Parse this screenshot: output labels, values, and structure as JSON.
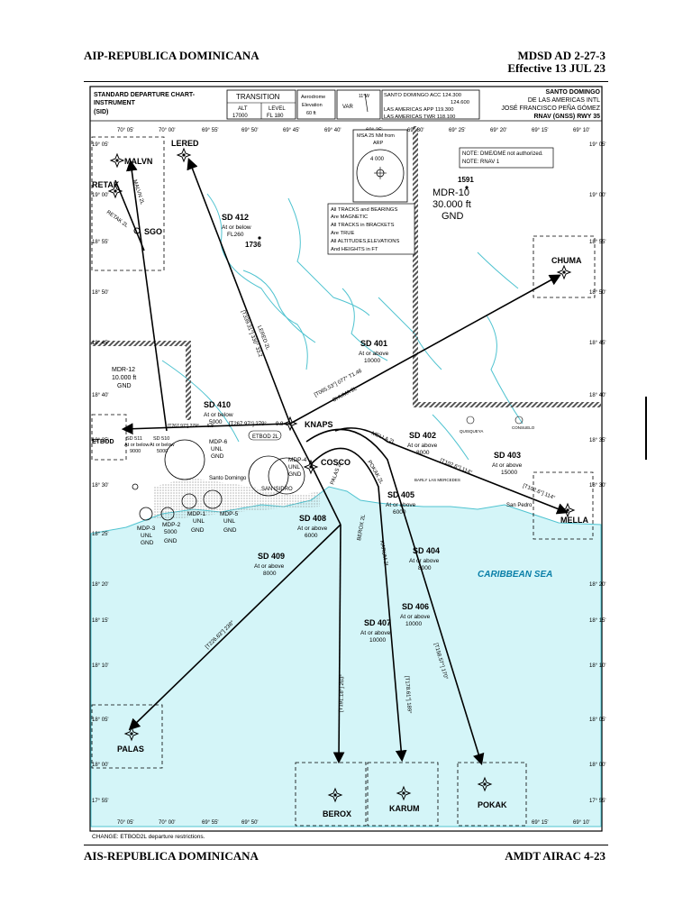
{
  "header": {
    "left": "AIP-REPUBLICA DOMINICANA",
    "right_line1": "MDSD AD 2-27-3",
    "right_line2": "Effective 13 JUL 23"
  },
  "footer": {
    "left": "AIS-REPUBLICA DOMINICANA",
    "right": "AMDT AIRAC 4-23"
  },
  "chart": {
    "title_lines": [
      "STANDARD DEPARTURE CHART-",
      "INSTRUMENT",
      "(SID)"
    ],
    "transition": {
      "label": "TRANSITION",
      "alt_label": "ALT",
      "alt_value": "17000",
      "level_label": "LEVEL",
      "level_value": "FL 180"
    },
    "aerodrome": {
      "line1": "Aerodrome",
      "line2": "Elevation",
      "line3": "60 ft"
    },
    "var_label": "VAR",
    "var_value": "11°W",
    "freqs": [
      {
        "name": "SANTO DOMINGO ACC",
        "value": "124.300"
      },
      {
        "name": "",
        "value": "124.600"
      },
      {
        "name": "LAS AMERICAS   APP",
        "value": "119.300"
      },
      {
        "name": "LAS AMERICAS   TWR",
        "value": "118.100"
      }
    ],
    "airport_lines": [
      "SANTO DOMINGO",
      "DE LAS AMERICAS INTL",
      "JOSÉ FRANCISCO PEÑA GÓMEZ",
      "RNAV (GNSS) RWY 35"
    ],
    "msa": {
      "title": "MSA 25 NM from",
      "sub": "ARP",
      "alt": "4 000"
    },
    "notes": [
      "NOTE: DME/DME not authorized.",
      "NOTE: RNAV 1"
    ],
    "legend_lines": [
      "All TRACKS and BEARINGS",
      "Are MAGNETIC",
      "All TRACKS in BRACKETS",
      "Are TRUE",
      "All ALTITUDES,ELEVATIONS",
      "And HEIGHTS in FT"
    ],
    "areas": [
      {
        "name": "MDR-10",
        "lines": [
          "30.000 ft",
          "GND"
        ]
      },
      {
        "name": "MDR-12",
        "lines": [
          "10.000 ft",
          "GND"
        ]
      }
    ],
    "fixes": {
      "malvn": "MALVN",
      "retak": "RETAK",
      "sgo": "SGO",
      "lered": "LERED",
      "chuma": "CHUMA",
      "knaps": "KNAPS",
      "cosco": "COSCO",
      "mella": "MELLA",
      "palas": "PALAS",
      "berox": "BEROX",
      "karum": "KARUM",
      "pokak": "POKAK",
      "etbod": "ETBOD"
    },
    "waypoints": [
      {
        "name": "SD 412",
        "l1": "At or below",
        "l2": "FL260"
      },
      {
        "name": "SD 410",
        "l1": "At or below",
        "l2": "5000"
      },
      {
        "name": "SD 401",
        "l1": "At or above",
        "l2": "10000"
      },
      {
        "name": "SD 402",
        "l1": "At or above",
        "l2": "8000"
      },
      {
        "name": "SD 403",
        "l1": "At or above",
        "l2": "15000"
      },
      {
        "name": "SD 405",
        "l1": "At or above",
        "l2": "6000"
      },
      {
        "name": "SD 408",
        "l1": "At or above",
        "l2": "6000"
      },
      {
        "name": "SD 409",
        "l1": "At or above",
        "l2": "8000"
      },
      {
        "name": "SD 404",
        "l1": "At or above",
        "l2": "8000"
      },
      {
        "name": "SD 406",
        "l1": "At or above",
        "l2": "10000"
      },
      {
        "name": "SD 407",
        "l1": "At or above",
        "l2": "10000"
      }
    ],
    "small_fixes": [
      {
        "name": "SD 511",
        "l1": "At or below",
        "l2": "9000"
      },
      {
        "name": "SD 510",
        "l1": "At or below",
        "l2": "5000"
      }
    ],
    "elevations": [
      "1736",
      "1591"
    ],
    "sea_label": "CARIBBEAN SEA",
    "restricted": [
      {
        "name": "MDP-3",
        "l1": "UNL",
        "l2": "GND"
      },
      {
        "name": "MDP-2",
        "l1": "5000",
        "l2": "GND"
      },
      {
        "name": "MDP-1",
        "l1": "UNL",
        "l2": "GND"
      },
      {
        "name": "MDP-5",
        "l1": "UNL",
        "l2": "GND"
      },
      {
        "name": "MDP-6",
        "l1": "UNL",
        "l2": "GND"
      },
      {
        "name": "MDP-4",
        "l1": "UNL",
        "l2": "GND"
      }
    ],
    "towns": [
      "Santo Domingo",
      "SAN ISIDRO",
      "QUISQUEYA",
      "CONSUELO",
      "San Pedro",
      "BARLY LAS MERCEDES"
    ],
    "track_labels": [
      "[T065.53°] 077° T1.46",
      "CHUMA 2L",
      "LERED 2L",
      "[T339.31°] 330° 33.2",
      "MALVN 2L",
      "RETAK 2L",
      "[T102.6°] 114°",
      "MELLA 2L",
      "[T102.6°] 114°",
      "POKAK 2L",
      "PALAS 2L",
      "BEROX 2L",
      "KARUM 2L",
      "[T226.63°] 238°",
      "[T191.18°] 203°",
      "[T178.61°] 189°",
      "[T158.57°] 170°",
      "[T267.97°] 279°",
      "9.8",
      "ETBOD 2L",
      "[T267.97°] 279°",
      "5.8"
    ],
    "lat_labels": [
      "19° 05'",
      "19° 00'",
      "18° 55'",
      "18° 50'",
      "18° 45'",
      "18° 40'",
      "18° 35'",
      "18° 30'",
      "18° 25'",
      "18° 20'",
      "18° 15'",
      "18° 10'",
      "18° 05'",
      "18° 00'",
      "17° 55'"
    ],
    "lon_labels": [
      "70° 05'",
      "70° 00'",
      "69° 55'",
      "69° 50'",
      "69° 45'",
      "69° 40'",
      "69° 35'",
      "69° 30'",
      "69° 25'",
      "69° 20'",
      "69° 15'",
      "69° 10'"
    ],
    "change_note": "CHANGE: ETBOD2L departure restrictions."
  }
}
